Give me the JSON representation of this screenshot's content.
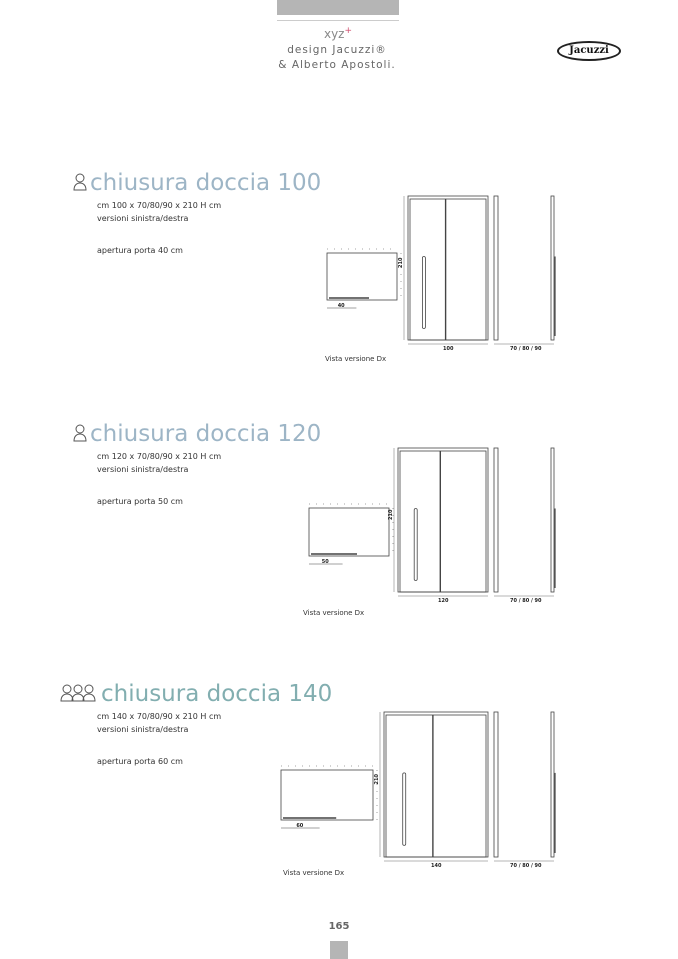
{
  "header": {
    "brand_mark": "xyz",
    "brand_mark_sup": "+",
    "credit_line1": "design Jacuzzi®",
    "credit_line2": "& Alberto Apostoli.",
    "logo_text": "Jacuzzi"
  },
  "sections": [
    {
      "title": "chiusura doccia 100",
      "icon": "person-icon",
      "persons": 1,
      "dimensions": "cm 100 x 70/80/90 x 210 H cm",
      "versions": "versioni sinistra/destra",
      "opening": "apertura porta 40 cm",
      "caption": "Vista versione Dx",
      "door_label": "40",
      "width_label": "100",
      "height_label": "210",
      "depth_label": "70 / 80 / 90"
    },
    {
      "title": "chiusura doccia 120",
      "icon": "person-icon",
      "persons": 1,
      "dimensions": "cm 120 x 70/80/90 x 210 H cm",
      "versions": "versioni sinistra/destra",
      "opening": "apertura porta 50 cm",
      "caption": "Vista versione Dx",
      "door_label": "50",
      "width_label": "120",
      "height_label": "210",
      "depth_label": "70 / 80 / 90"
    },
    {
      "title": "chiusura doccia 140",
      "icon": "three-persons-icon",
      "persons": 3,
      "dimensions": "cm 140 x 70/80/90 x 210 H cm",
      "versions": "versioni sinistra/destra",
      "opening": "apertura porta 60 cm",
      "caption": "Vista versione Dx",
      "door_label": "60",
      "width_label": "140",
      "height_label": "210",
      "depth_label": "70 / 80 / 90"
    }
  ],
  "footer": {
    "page_number": "165"
  }
}
